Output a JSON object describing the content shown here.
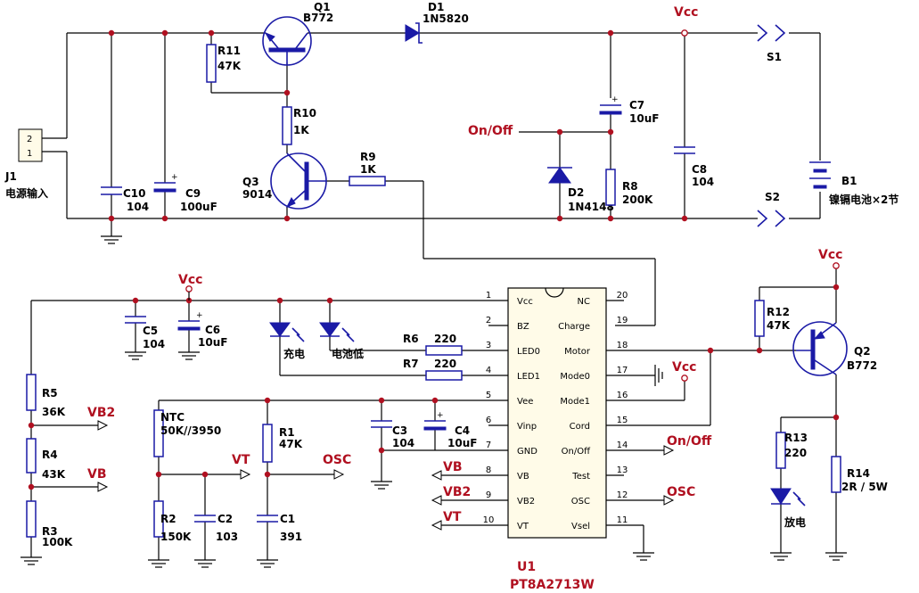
{
  "j1": {
    "name": "J1",
    "desc": "电源输入",
    "pin1": "1",
    "pin2": "2"
  },
  "q1": {
    "name": "Q1",
    "value": "B772"
  },
  "q2": {
    "name": "Q2",
    "value": "B772"
  },
  "q3": {
    "name": "Q3",
    "value": "9014"
  },
  "d1": {
    "name": "D1",
    "value": "1N5820"
  },
  "d2": {
    "name": "D2",
    "value": "1N4148"
  },
  "r1": {
    "name": "R1",
    "value": "47K"
  },
  "r2": {
    "name": "R2",
    "value": "150K"
  },
  "r3": {
    "name": "R3",
    "value": "100K"
  },
  "r4": {
    "name": "R4",
    "value": "43K"
  },
  "r5": {
    "name": "R5",
    "value": "36K"
  },
  "r6": {
    "name": "R6",
    "value": "220"
  },
  "r7": {
    "name": "R7",
    "value": "220"
  },
  "r8": {
    "name": "R8",
    "value": "200K"
  },
  "r9": {
    "name": "R9",
    "value": "1K"
  },
  "r10": {
    "name": "R10",
    "value": "1K"
  },
  "r11": {
    "name": "R11",
    "value": "47K"
  },
  "r12": {
    "name": "R12",
    "value": "47K"
  },
  "r13": {
    "name": "R13",
    "value": "220"
  },
  "r14": {
    "name": "R14",
    "value": "2R / 5W"
  },
  "ntc": {
    "name": "NTC",
    "value": "50K//3950"
  },
  "c1": {
    "name": "C1",
    "value": "391"
  },
  "c2": {
    "name": "C2",
    "value": "103"
  },
  "c3": {
    "name": "C3",
    "value": "104"
  },
  "c4": {
    "name": "C4",
    "value": "10uF"
  },
  "c5": {
    "name": "C5",
    "value": "104"
  },
  "c6": {
    "name": "C6",
    "value": "10uF"
  },
  "c7": {
    "name": "C7",
    "value": "10uF"
  },
  "c8": {
    "name": "C8",
    "value": "104"
  },
  "c9": {
    "name": "C9",
    "value": "100uF"
  },
  "c10": {
    "name": "C10",
    "value": "104"
  },
  "s1": {
    "name": "S1"
  },
  "s2": {
    "name": "S2"
  },
  "b1": {
    "name": "B1",
    "desc": "镍镉电池×2节"
  },
  "u1": {
    "name": "U1",
    "value": "PT8A2713W",
    "left_pins": [
      {
        "num": "1",
        "label": "Vcc"
      },
      {
        "num": "2",
        "label": "BZ"
      },
      {
        "num": "3",
        "label": "LED0"
      },
      {
        "num": "4",
        "label": "LED1"
      },
      {
        "num": "5",
        "label": "Vee"
      },
      {
        "num": "6",
        "label": "Vinp"
      },
      {
        "num": "7",
        "label": "GND"
      },
      {
        "num": "8",
        "label": "VB"
      },
      {
        "num": "9",
        "label": "VB2"
      },
      {
        "num": "10",
        "label": "VT"
      }
    ],
    "right_pins": [
      {
        "num": "20",
        "label": "NC"
      },
      {
        "num": "19",
        "label": "Charge"
      },
      {
        "num": "18",
        "label": "Motor"
      },
      {
        "num": "17",
        "label": "Mode0"
      },
      {
        "num": "16",
        "label": "Mode1"
      },
      {
        "num": "15",
        "label": "Cord"
      },
      {
        "num": "14",
        "label": "On/Off"
      },
      {
        "num": "13",
        "label": "Test"
      },
      {
        "num": "12",
        "label": "OSC"
      },
      {
        "num": "11",
        "label": "Vsel"
      }
    ]
  },
  "leds": {
    "charge": "充电",
    "low_battery": "电池低",
    "discharge": "放电"
  },
  "nets": {
    "vb": "VB",
    "vb2": "VB2",
    "vt": "VT",
    "osc": "OSC"
  },
  "labels": {
    "vcc": "Vcc",
    "onoff_top": "On/Off",
    "onoff_bottom": "On/Off"
  },
  "colors": {
    "wire": "#000000",
    "component": "#1a1aa6",
    "net_label": "#b01020",
    "ic_fill": "#fffbe8"
  }
}
